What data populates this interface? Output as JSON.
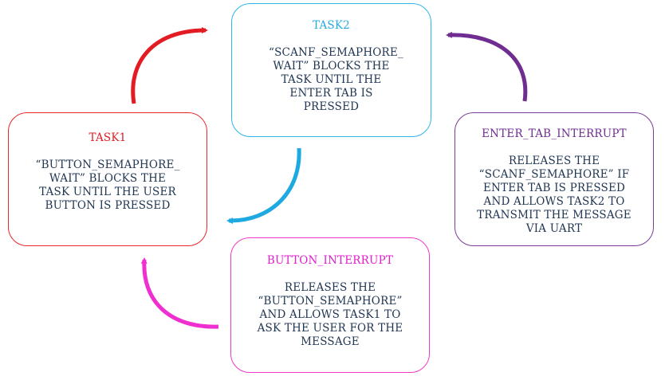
{
  "boxes": {
    "task2": {
      "title": "TASK2",
      "body": "“SCANF_SEMAPHORE_ WAIT” BLOCKS THE TASK UNTIL THE ENTER TAB IS PRESSED"
    },
    "task1": {
      "title": "TASK1",
      "body": "“BUTTON_SEMAPHORE_ WAIT” BLOCKS THE TASK UNTIL THE USER BUTTON IS PRESSED"
    },
    "enter_tab_interrupt": {
      "title": "ENTER_TAB_INTERRUPT",
      "body": "RELEASES THE “SCANF_SEMAPHORE” IF ENTER TAB IS PRESSED AND ALLOWS TASK2 TO TRANSMIT THE MESSAGE VIA UART"
    },
    "button_interrupt": {
      "title": "BUTTON_INTERRUPT",
      "body": "RELEASES THE “BUTTON_SEMAPHORE” AND ALLOWS TASK1 TO ASK THE USER FOR THE MESSAGE"
    }
  },
  "colors": {
    "task1": "#e31b23",
    "task2": "#27a8e0",
    "enter_tab_interrupt": "#6f2c91",
    "button_interrupt": "#e21ccd",
    "body_text": "#1f3552"
  }
}
